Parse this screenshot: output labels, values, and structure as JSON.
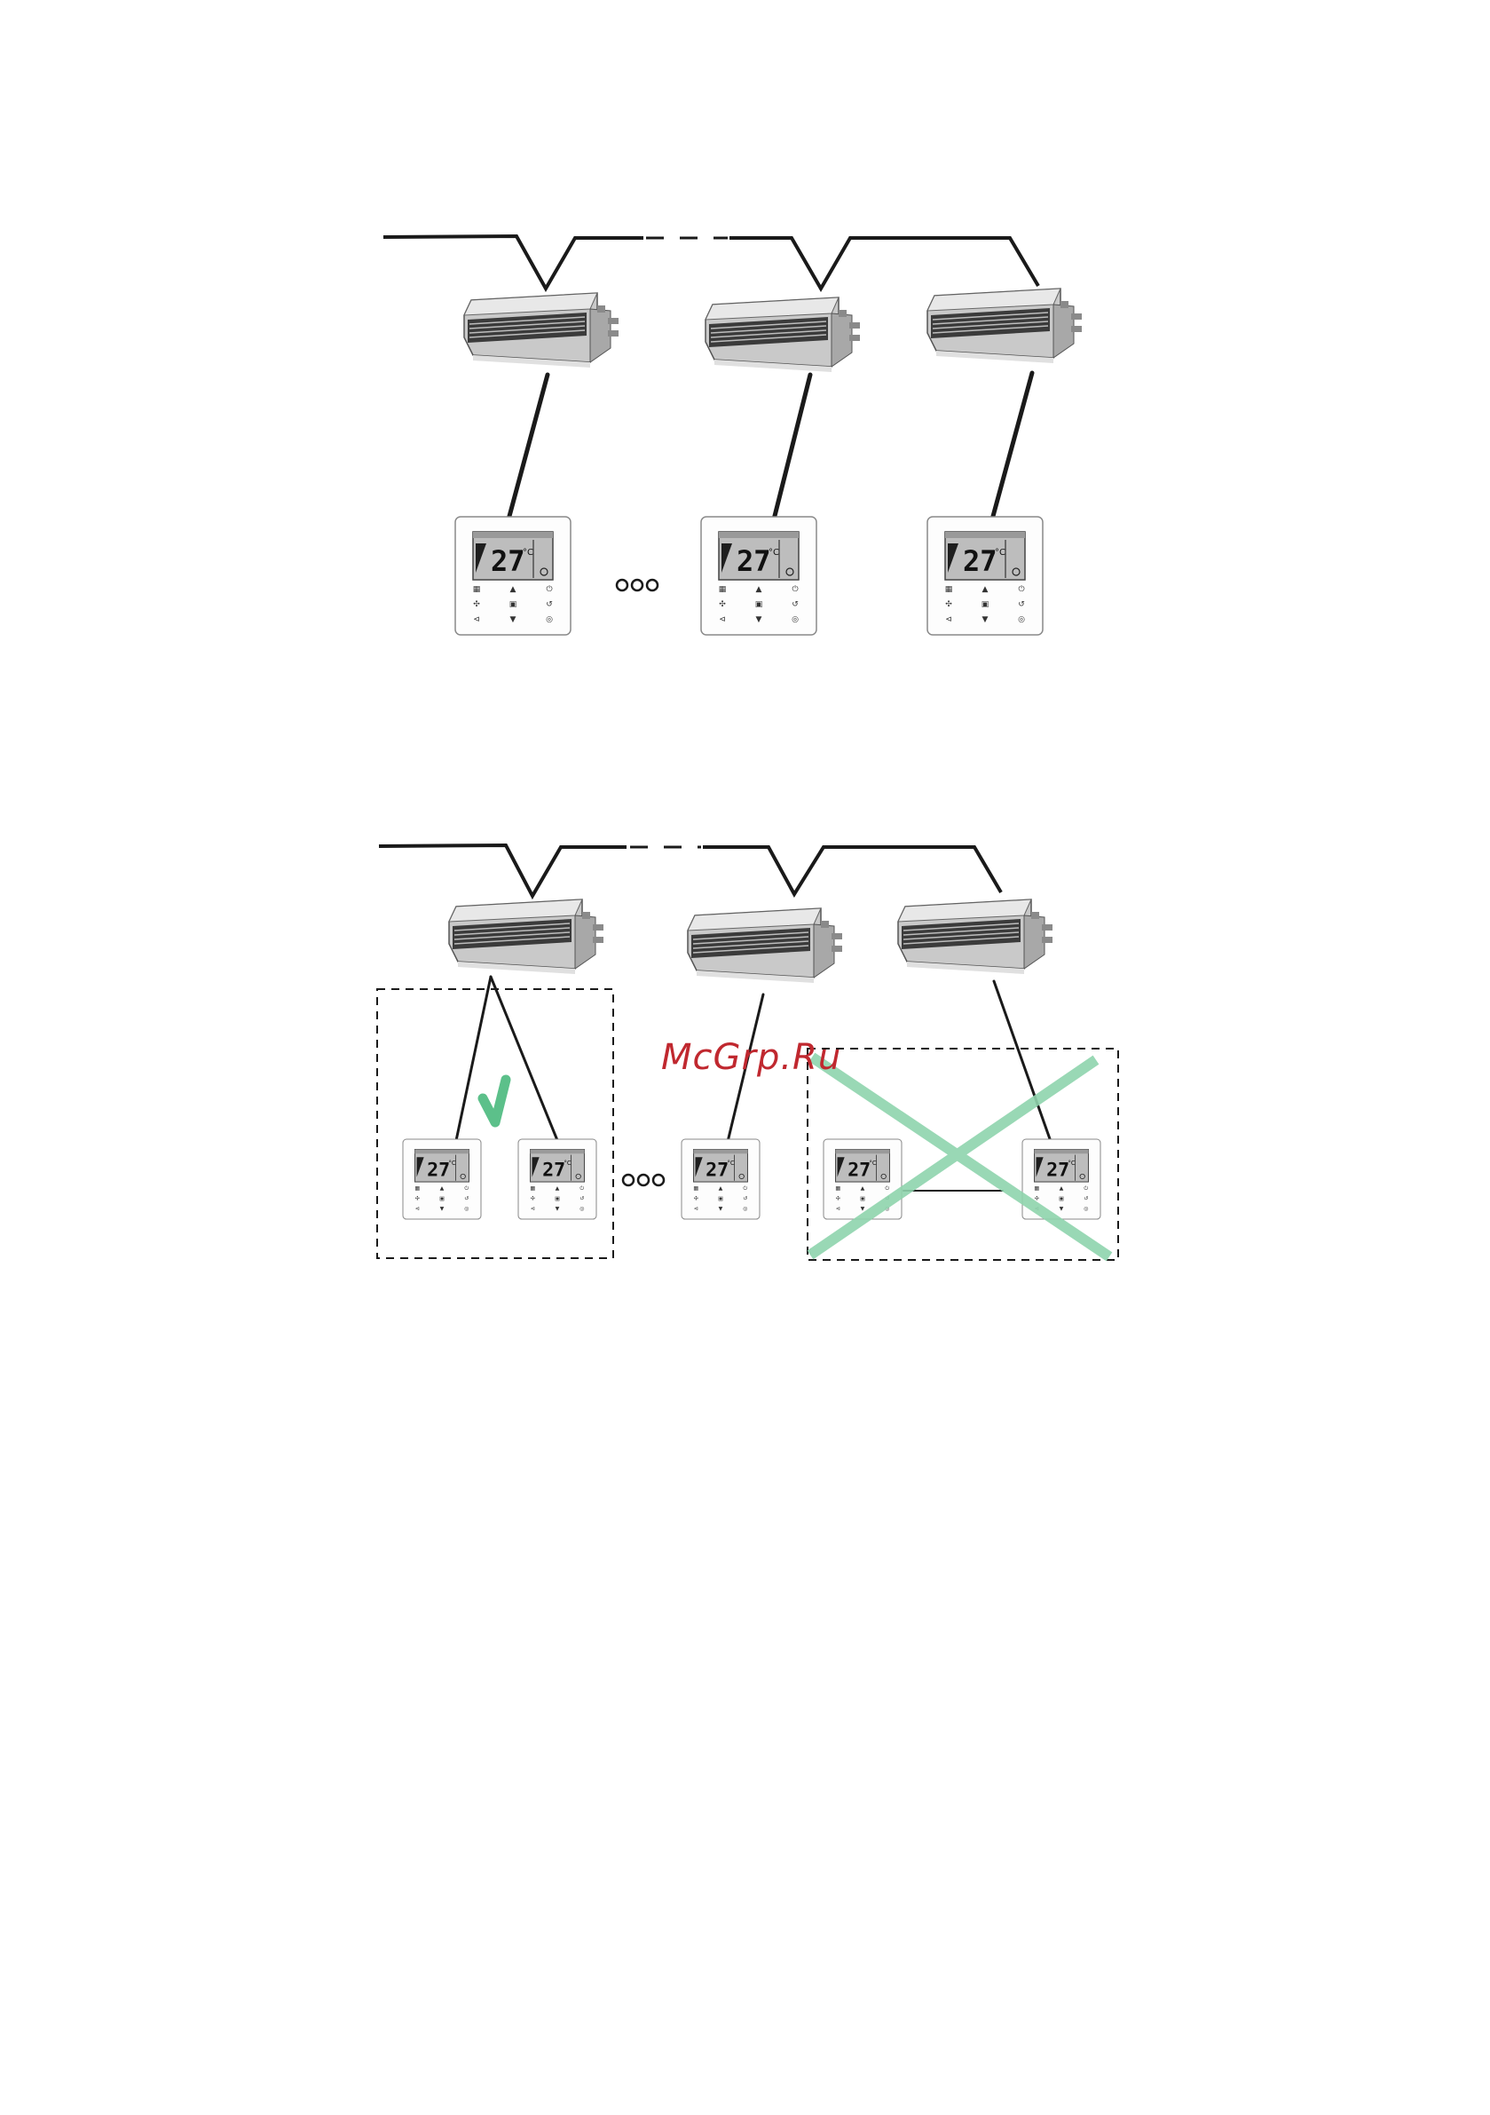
{
  "watermark": "McGrp.Ru",
  "controller_display": {
    "temperature": "27",
    "unit": "°C"
  },
  "continuation_mark": "ooo",
  "colors": {
    "line": "#1a1a1a",
    "unit_body": "#c9c9c9",
    "check": "#5cc08a",
    "cross": "#8fd4ad",
    "watermark": "#c0282f"
  },
  "icons": [
    "checkmark-icon",
    "cross-icon"
  ]
}
